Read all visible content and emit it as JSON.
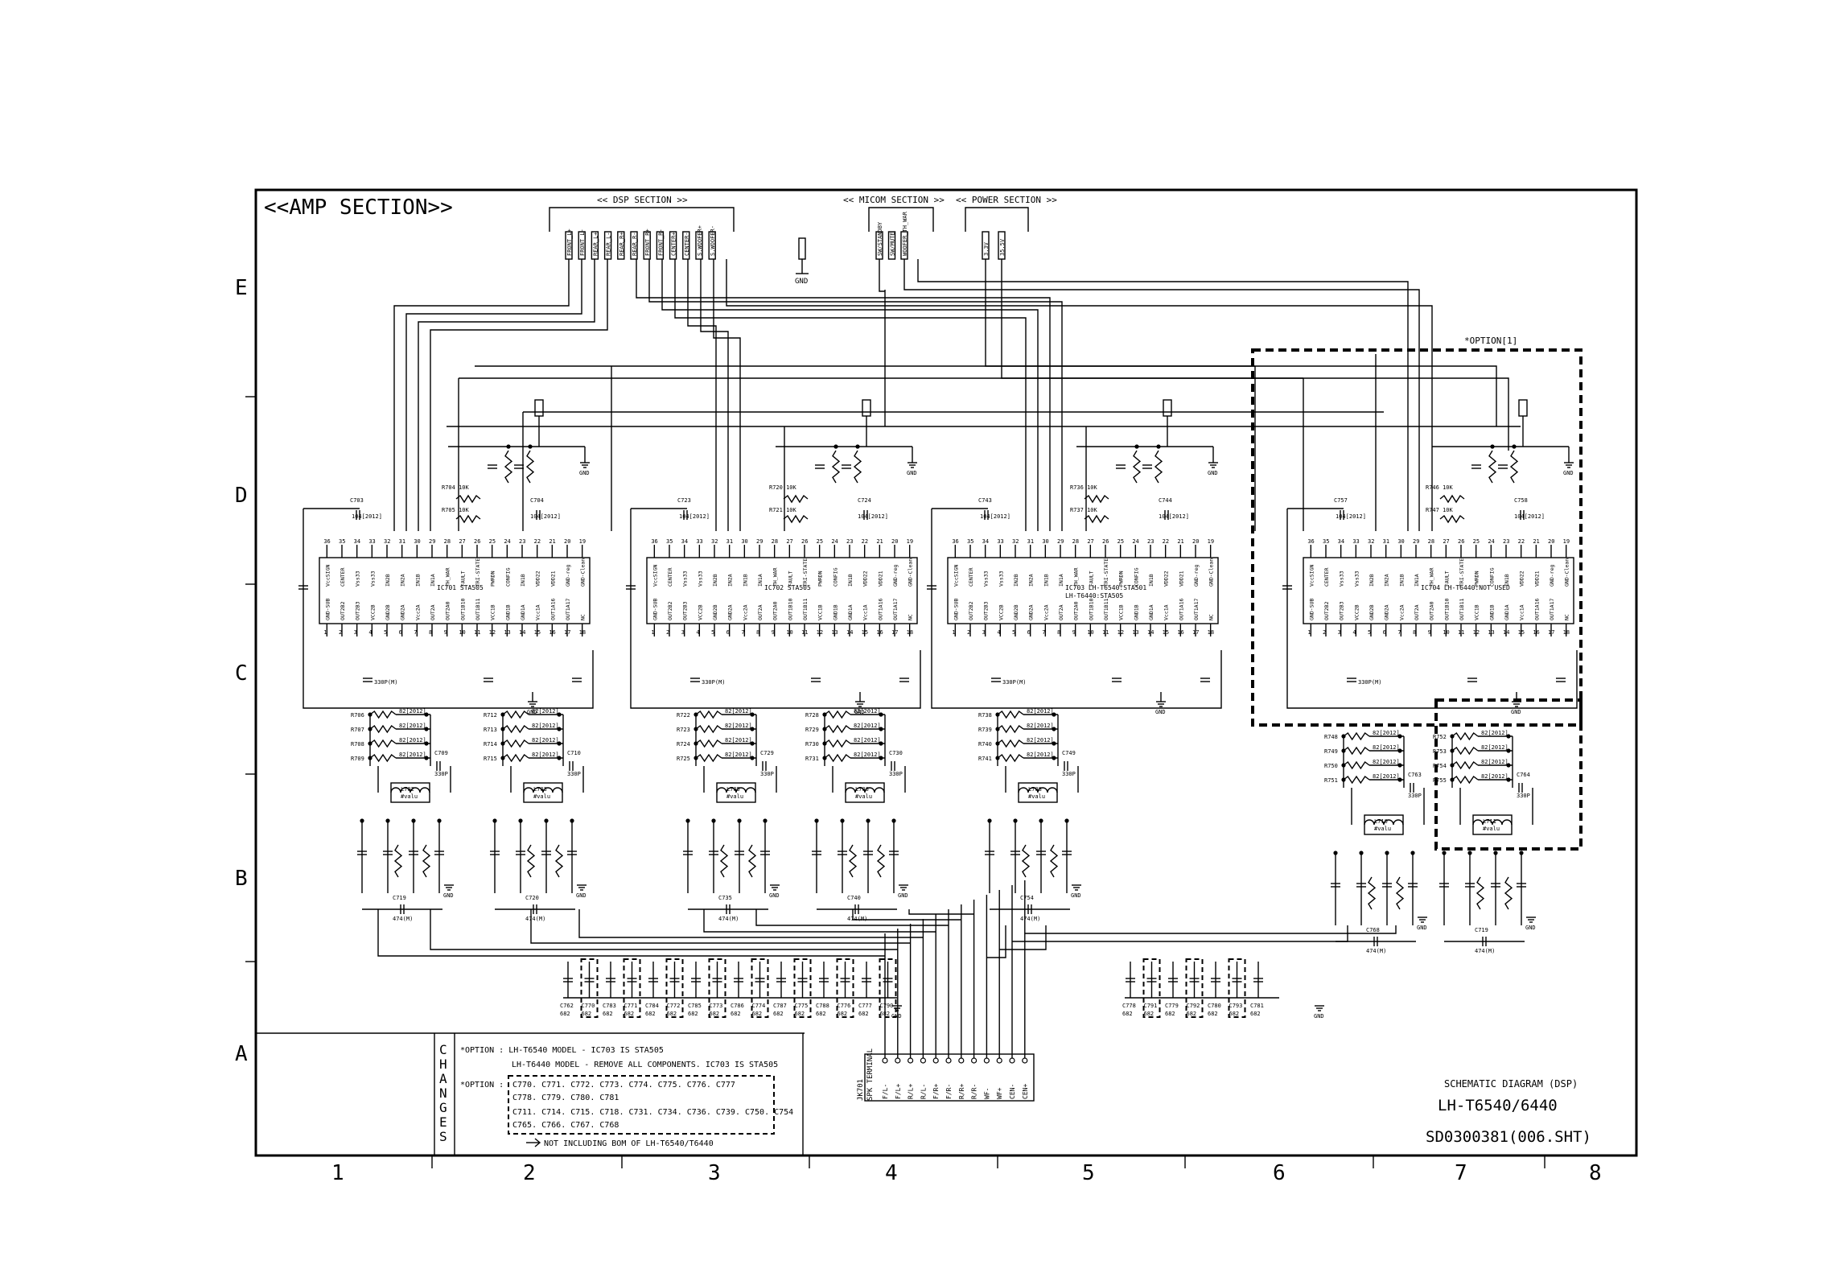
{
  "sheet": {
    "section_title": "<<AMP SECTION>>",
    "dsp_section": "<< DSP SECTION >>",
    "micom_section": "<< MICOM SECTION >>",
    "power_section": "<< POWER SECTION >>",
    "option_label": "*OPTION[1]",
    "gnd": "GND",
    "row_labels": [
      "E",
      "D",
      "C",
      "B",
      "A"
    ],
    "col_labels": [
      "1",
      "2",
      "3",
      "4",
      "5",
      "6",
      "7",
      "8"
    ]
  },
  "top_signals": {
    "dsp": [
      "FRONT_L+",
      "FRONT_L-",
      "REAR_L+",
      "REAR_L-",
      "REAR_R+",
      "REAR_R-",
      "FRONT_R+",
      "FRONT_R-",
      "CENTER+",
      "CENTER-",
      "S.WOOFER+",
      "S.WOOFER-"
    ],
    "micom": [
      "SW/STANDBY",
      "SW/MUTE",
      "WOOFER_TH_WAR"
    ],
    "power": [
      "3.3V",
      "35.5V"
    ]
  },
  "ics": [
    {
      "ref": "IC701",
      "part": "STA505",
      "note": ""
    },
    {
      "ref": "IC702",
      "part": "STA505",
      "note": ""
    },
    {
      "ref": "IC703",
      "part": "LH-T6540:STA501",
      "note": "LH-T6440:STA505"
    },
    {
      "ref": "IC704",
      "part": "LH-T6440:NOT USED",
      "note": ""
    }
  ],
  "pins_top": [
    "VccSIGN",
    "CENTER",
    "Vss33",
    "Vss33",
    "IN2B",
    "IN2A",
    "IN1B",
    "IN1A",
    "TH_WAR",
    "FAULT",
    "TRI-STATE",
    "PWRDN",
    "CONFIG",
    "IN1B",
    "VDD22",
    "VDD21",
    "GND-reg",
    "GND-Clean"
  ],
  "pins_bottom": [
    "GND-SUB",
    "OUT2B2",
    "OUT2B3",
    "VCC2B",
    "GND2B",
    "GND2A",
    "Vcc2A",
    "OUT2A",
    "OUT2A0",
    "OUT1B10",
    "OUT1B11",
    "VCC1B",
    "GND1B",
    "GND1A",
    "Vcc1A",
    "OUT1A16",
    "OUT1A17",
    "NC"
  ],
  "parts": {
    "inductors": [
      {
        "ref": "L702",
        "val": "#valu"
      },
      {
        "ref": "L703",
        "val": "#valu"
      },
      {
        "ref": "L705",
        "val": "#valu"
      },
      {
        "ref": "L706",
        "val": "#valu"
      },
      {
        "ref": "L708",
        "val": "#valu"
      },
      {
        "ref": "L710",
        "val": "#valu"
      },
      {
        "ref": "L711",
        "val": "#valu"
      }
    ],
    "caps_top": [
      {
        "ref": "C703",
        "val": "104[2012]"
      },
      {
        "ref": "C704",
        "val": "104[2012]"
      },
      {
        "ref": "C723",
        "val": "104[2012]"
      },
      {
        "ref": "C724",
        "val": "104[2012]"
      },
      {
        "ref": "C743",
        "val": "104[2012]"
      },
      {
        "ref": "C744",
        "val": "104[2012]"
      },
      {
        "ref": "C757",
        "val": "104[2012]"
      },
      {
        "ref": "C758",
        "val": "104[2012]"
      }
    ],
    "res_labels": [
      "R704 10K",
      "R705 10K",
      "R720 10K",
      "R721 10K",
      "R736 10K",
      "R737 10K",
      "R746 10K",
      "R747 10K"
    ],
    "res_mid": [
      "R706 82[2012]",
      "R707 82[2012]",
      "R708 82[2012]",
      "R709 82[2012]",
      "R712 82[2012]",
      "R713 82[2012]",
      "R714 82[2012]",
      "R715 82[2012]",
      "R722 82[2012]",
      "R723 82[2012]",
      "R724 82[2012]",
      "R725 82[2012]",
      "R728 82[2012]",
      "R729 82[2012]",
      "R730 82[2012]",
      "R731 82[2012]",
      "R738 82[2012]",
      "R739 82[2012]",
      "R740 82[2012]",
      "R741 82[2012]",
      "R748 82[2012]",
      "R749 82[2012]",
      "R750 82[2012]",
      "R751 82[2012]",
      "R752 82[2012]",
      "R753 82[2012]",
      "R754 82[2012]",
      "R755 82[2012]"
    ],
    "caps_330p": [
      "C709 330P",
      "C710 330P",
      "C729 330P",
      "C730 330P",
      "C749 330P",
      "C763 330P",
      "C764 330P"
    ],
    "caps_474": [
      "C719 474(M)",
      "C720 474(M)",
      "C735 474(M)",
      "C740 474(M)",
      "C754 474(M)",
      "C768 474(M)"
    ],
    "caps_682": [
      "C762 682",
      "C770 682",
      "C783 682",
      "C771 682",
      "C784 682",
      "C772 682",
      "C785 682",
      "C773 682",
      "C786 682",
      "C774 682",
      "C787 682",
      "C775 682",
      "C788 682",
      "C776 682",
      "C777 682",
      "C790 682",
      "C778 682",
      "C791 682",
      "C779 682",
      "C792 682",
      "C780 682",
      "C793 682",
      "C781 682"
    ]
  },
  "terminal": {
    "ref": "JK701",
    "name": "SPK TERMINAL",
    "pins": [
      "F/L-",
      "F/L+",
      "R/L+",
      "R/L-",
      "F/R+",
      "F/R-",
      "R/R+",
      "R/R-",
      "WF-",
      "WF+",
      "CEN-",
      "CEN+"
    ]
  },
  "notes": {
    "changes": "CHANGES",
    "option_line1": "*OPTION : LH-T6540 MODEL - IC703 IS STA505",
    "option_line2": "LH-T6440 MODEL - REMOVE ALL COMPONENTS. IC703 IS STA505",
    "option_line3_label": "*OPTION :",
    "option_list1": "C770. C771. C772. C773. C774. C775. C776. C777",
    "option_list2": "C778. C779. C780. C781",
    "option_list3": "C711. C714. C715. C718. C731. C734. C736. C739. C750. C754",
    "option_list4": "C765. C766. C767. C768",
    "bom_note": "NOT INCLUDING BOM OF LH-T6540/T6440"
  },
  "title_block": {
    "diagram_type": "SCHEMATIC DIAGRAM (DSP)",
    "model": "LH-T6540/6440",
    "sheet_no": "SD0300381(006.SHT)"
  }
}
